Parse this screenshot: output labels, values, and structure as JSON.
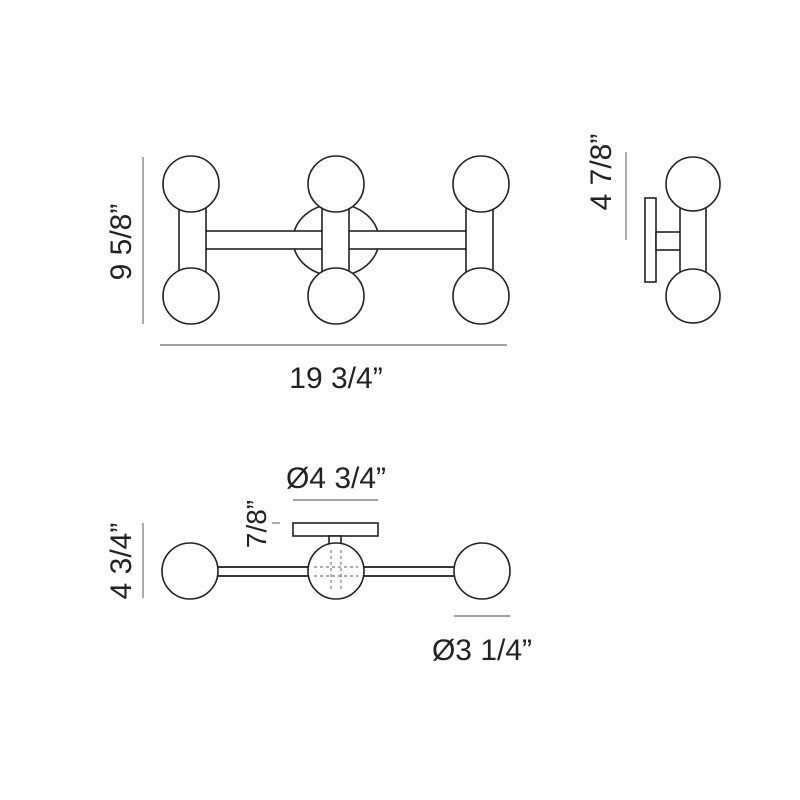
{
  "dimensions": {
    "front_height": "9 5/8”",
    "front_width": "19 3/4”",
    "side_depth": "4 7/8”",
    "top_canopy_diameter": "Ø4 3/4”",
    "top_canopy_depth": "7/8”",
    "top_height": "4 3/4”",
    "globe_diameter": "Ø3 1/4”"
  },
  "colors": {
    "line": "#222222",
    "background": "#ffffff"
  }
}
